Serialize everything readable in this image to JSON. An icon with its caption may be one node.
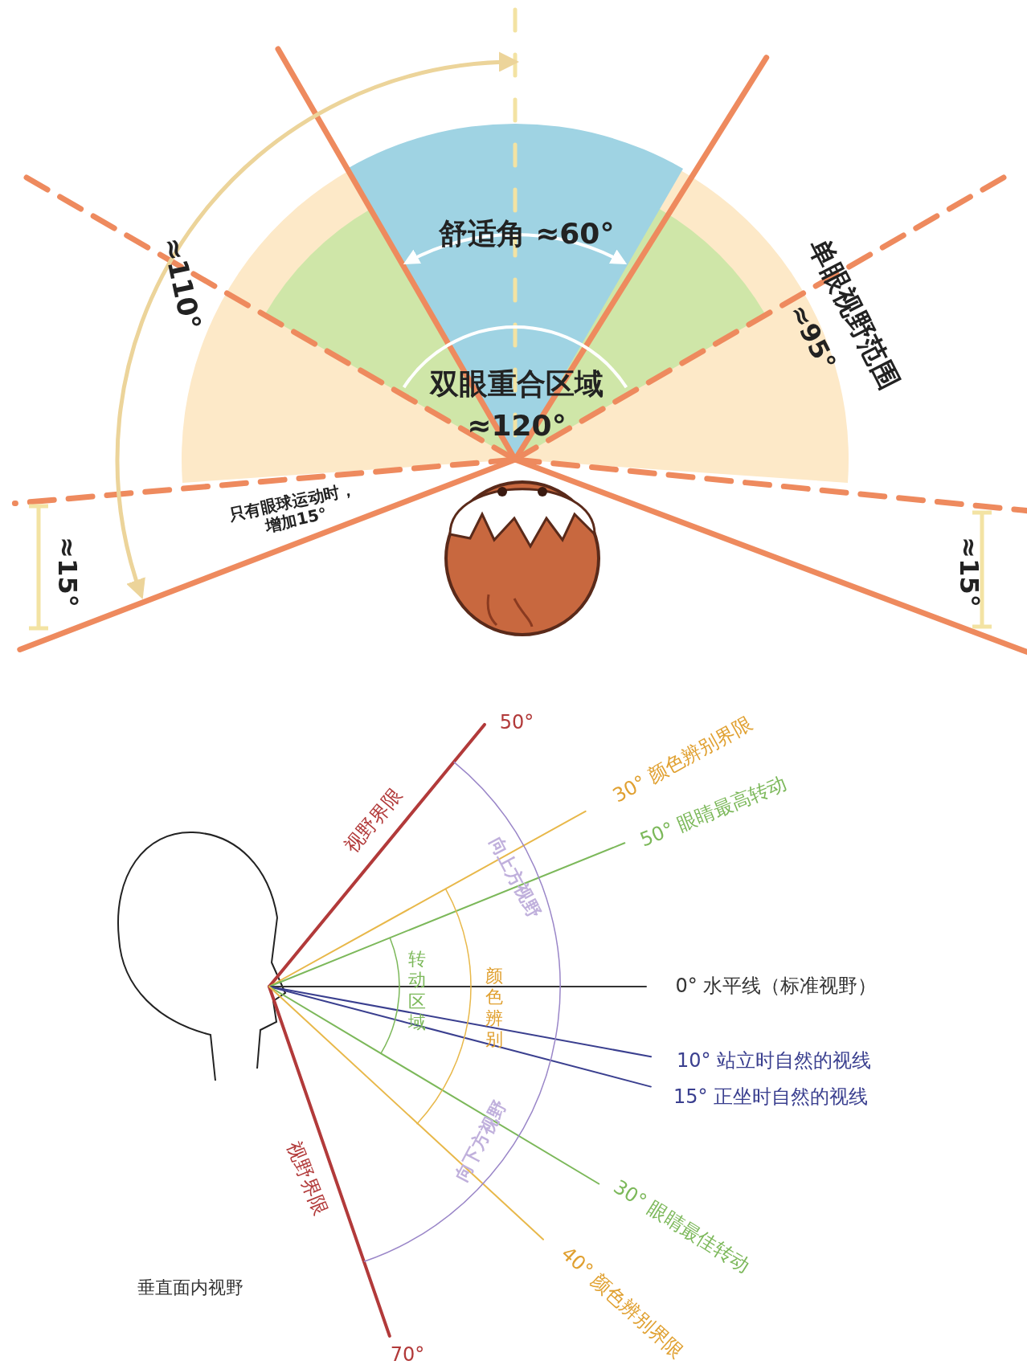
{
  "diagram": {
    "labels": [
      "舒适角 ≈60°",
      "单眼视野范围",
      "≈110°",
      "≈95°",
      "双眼重合区域",
      "≈120°",
      "只有眼球运动时，增加15°",
      "≈15°",
      "≈15°",
      "50°",
      "视野界限",
      "30° 颜色辨别界限",
      "50° 眼睛最高转动",
      "向上方视野",
      "转动区域",
      "颜色辨别",
      "0° 水平线（标准视野）",
      "10° 站立时自然的视线",
      "15° 正坐时自然的视线",
      "向下方视野",
      "视野界限",
      "30° 眼睛最佳转动",
      "垂直面内视野",
      "40° 颜色辨别界限",
      "70°"
    ]
  }
}
